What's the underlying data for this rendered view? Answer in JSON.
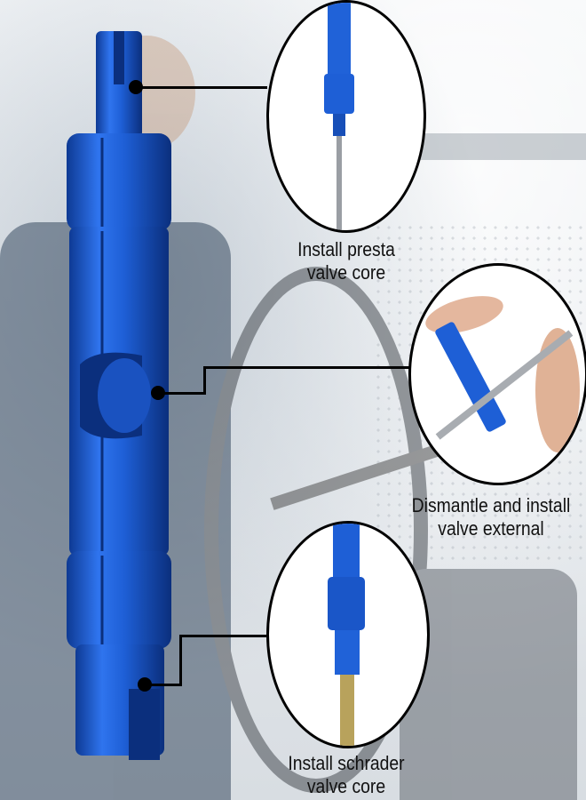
{
  "callouts": [
    {
      "line1": "Install presta",
      "line2": "valve core"
    },
    {
      "line1": "Dismantle and install",
      "line2": "valve external"
    },
    {
      "line1": "Install schrader",
      "line2": "valve core"
    }
  ],
  "colors": {
    "tool_blue": "#1e5fd6",
    "tool_dark": "#0e3a94",
    "tool_light": "#4e8cf5",
    "line": "#000000"
  }
}
